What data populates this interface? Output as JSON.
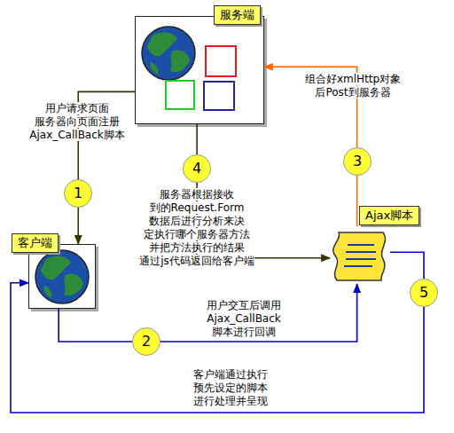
{
  "diagram": {
    "nodes": [
      {
        "text": [
          "服务端"
        ]
      },
      {
        "text": [
          "客户端"
        ]
      },
      {
        "text": [
          "Ajax脚本"
        ]
      }
    ],
    "edges": [
      {
        "from": 0,
        "to": 1,
        "arrow": "to",
        "label": "用户请求页面 服务器向页面注册 Ajax_CallBack脚本"
      },
      {
        "from": 1,
        "to": 2,
        "arrow": "to",
        "label": "用户交互后调用 Ajax_CallBack 脚本进行回调"
      },
      {
        "from": 2,
        "to": 0,
        "arrow": "to",
        "label": "组合好xmlHttp对象 后Post到服务器"
      },
      {
        "from": 0,
        "to": 2,
        "arrow": "to",
        "label": "服务器根据接收 到的Request.Form 数据后进行分析来决 定执行哪个服务器方法 并把方法执行的结果 通过js代码返回给客户端"
      },
      {
        "from": 2,
        "to": 1,
        "arrow": "to",
        "label": "客户端通过执行 预先设定的脚本 进行处理并呈现"
      }
    ],
    "labels": [
      "1",
      "2",
      "3",
      "4",
      "5"
    ]
  }
}
